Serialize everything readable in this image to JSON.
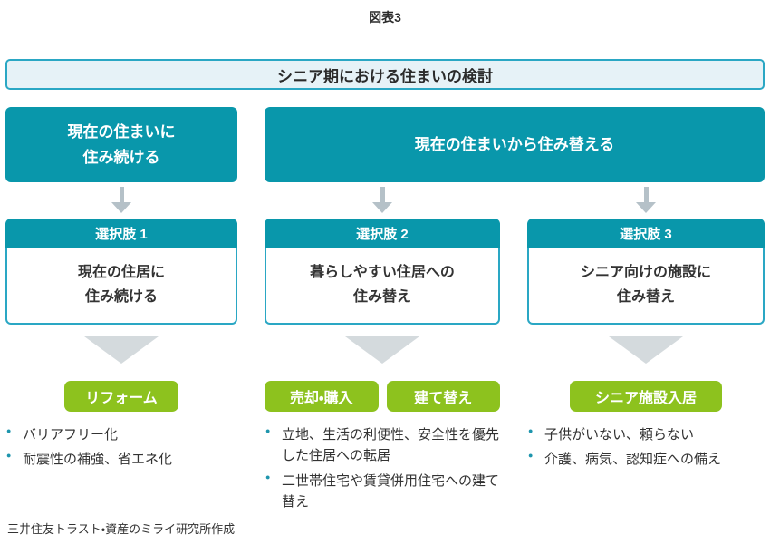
{
  "title": "図表3",
  "main_topic": {
    "label": "シニア期における住まいの検討"
  },
  "branches": {
    "stay": {
      "line1": "現在の住まいに",
      "line2": "住み続ける"
    },
    "move": {
      "label": "現在の住まいから住み替える"
    }
  },
  "options": [
    {
      "header": "選択肢 1",
      "line1": "現在の住居に",
      "line2": "住み続ける",
      "actions": [
        "リフォーム"
      ],
      "bullets": [
        "バリアフリー化",
        "耐震性の補強、省エネ化"
      ]
    },
    {
      "header": "選択肢 2",
      "line1": "暮らしやすい住居への",
      "line2": "住み替え",
      "actions": [
        "売却・購入",
        "建て替え"
      ],
      "bullets": [
        "立地、生活の利便性、安全性を優先した住居への転居",
        "二世帯住宅や賃貸併用住宅への建て替え"
      ]
    },
    {
      "header": "選択肢 3",
      "line1": "シニア向けの施設に",
      "line2": "住み替え",
      "actions": [
        "シニア施設入居"
      ],
      "bullets": [
        "子供がいない、頼らない",
        "介護、病気、認知症への備え"
      ]
    }
  ],
  "footer": "三井住友トラスト・資産のミライ研究所作成",
  "colors": {
    "teal": "#0997ab",
    "teal_border": "#2aa7c4",
    "light_blue": "#e6f2f7",
    "green": "#8dc21e",
    "arrow_gray": "#b5c1c8",
    "triangle_gray": "#d4dadd",
    "text": "#333333"
  }
}
